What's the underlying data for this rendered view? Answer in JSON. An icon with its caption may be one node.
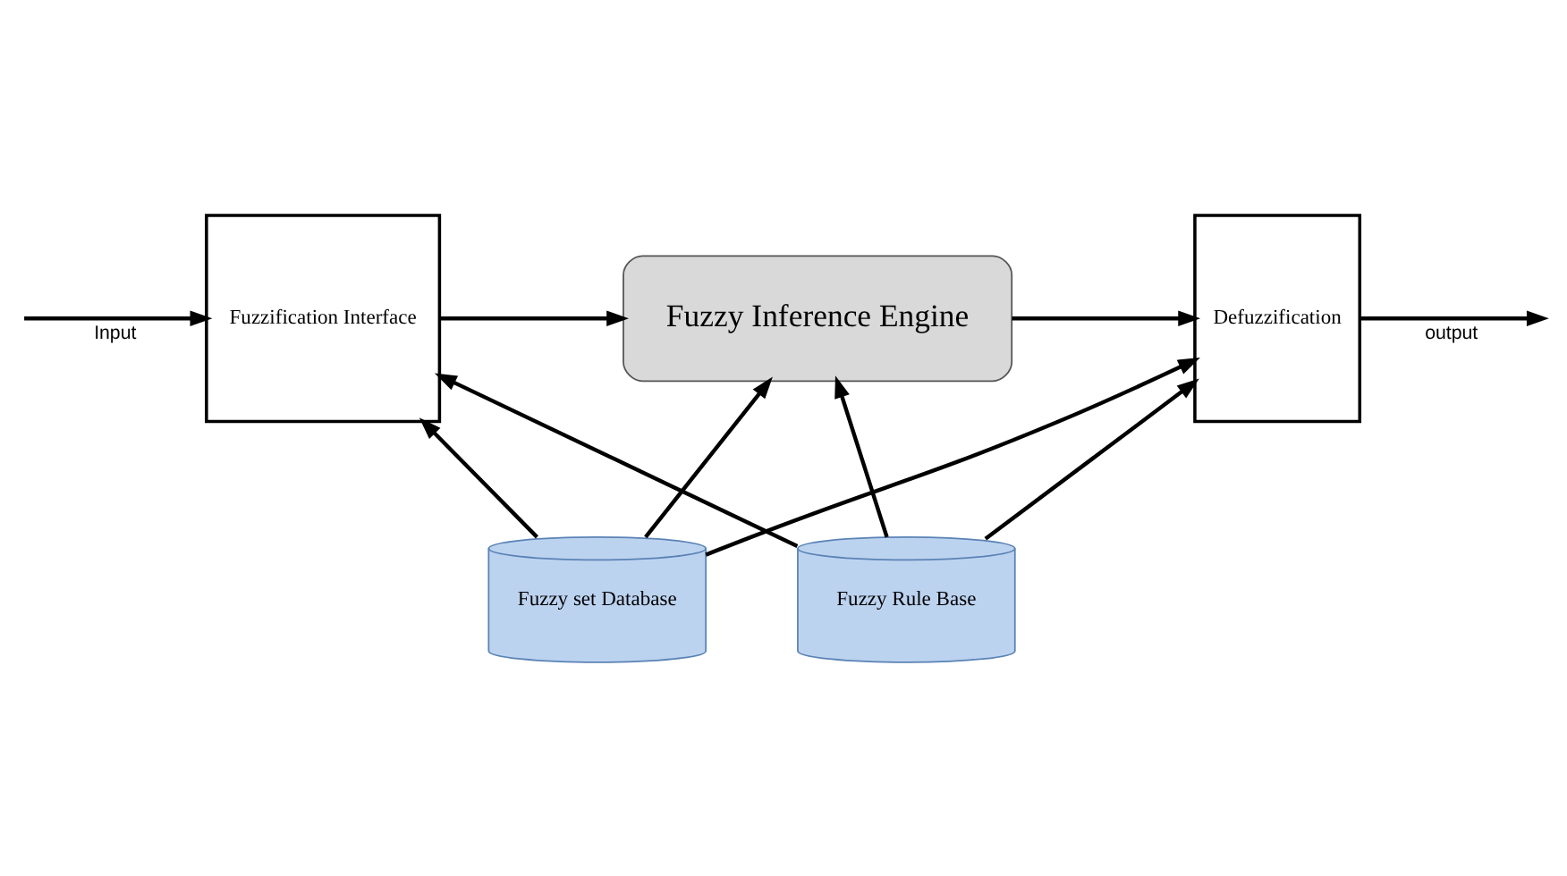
{
  "diagram": {
    "nodes": [
      {
        "text": [
          "Fuzzification Interface"
        ]
      },
      {
        "text": [
          "Fuzzy Inference Engine"
        ]
      },
      {
        "text": [
          "Defuzzification"
        ]
      },
      {
        "text": [
          "Fuzzy set Database"
        ]
      },
      {
        "text": [
          "Fuzzy Rule Base"
        ]
      }
    ],
    "edges": [
      {
        "from": null,
        "to": 0,
        "arrow": "to",
        "label": "Input"
      },
      {
        "from": 0,
        "to": 1,
        "arrow": "to"
      },
      {
        "from": 1,
        "to": 2,
        "arrow": "to"
      },
      {
        "from": 2,
        "to": null,
        "arrow": "to",
        "label": "output"
      },
      {
        "from": 3,
        "to": 1,
        "arrow": "to"
      },
      {
        "from": 4,
        "to": 1,
        "arrow": "to"
      },
      {
        "from": 3,
        "to": 0,
        "arrow": "to"
      },
      {
        "from": 3,
        "to": 2,
        "arrow": "to"
      },
      {
        "from": 4,
        "to": 0,
        "arrow": "to"
      },
      {
        "from": 4,
        "to": 2,
        "arrow": "to"
      }
    ]
  }
}
